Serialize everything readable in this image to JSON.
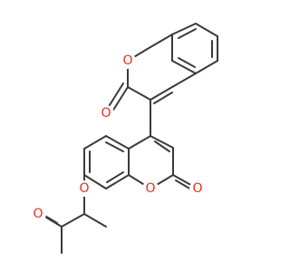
{
  "structure": {
    "atoms": [
      {
        "id": "ring-oxygen-top",
        "symbol": "O"
      },
      {
        "id": "carbonyl-oxygen-top",
        "symbol": "O"
      },
      {
        "id": "ring-oxygen-bottom",
        "symbol": "O"
      },
      {
        "id": "carbonyl-oxygen-bottom",
        "symbol": "O"
      },
      {
        "id": "ether-oxygen",
        "symbol": "O"
      },
      {
        "id": "ketone-oxygen",
        "symbol": "O"
      }
    ]
  },
  "colors": {
    "bond": "#3a3a3a",
    "oxygen": "#e03020",
    "background": "#ffffff"
  }
}
